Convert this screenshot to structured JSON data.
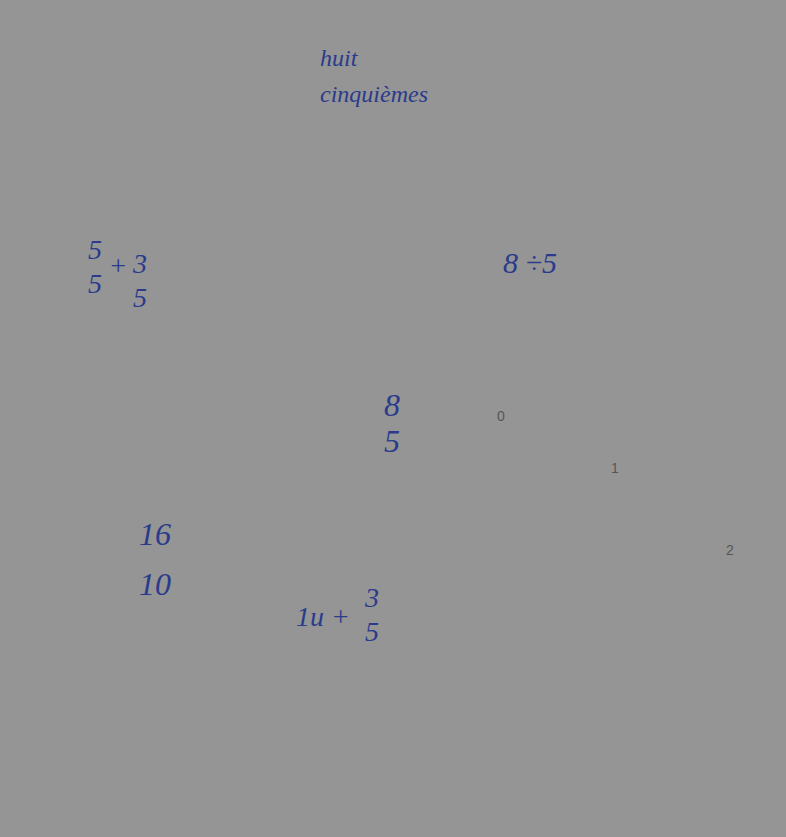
{
  "diagram": {
    "nodes": [
      {
        "text": [
          "huit cinquièmes"
        ]
      },
      {
        "text": [
          "5",
          "5",
          "+",
          "3",
          "5"
        ]
      },
      {
        "text": [
          "8 ÷5"
        ]
      },
      {
        "text": [
          "8",
          "5"
        ]
      },
      {
        "text": [
          "16",
          "10"
        ]
      },
      {
        "text": [
          "0",
          "1",
          "2"
        ]
      },
      {
        "text": [
          "1u +",
          "3",
          "5"
        ]
      }
    ]
  }
}
